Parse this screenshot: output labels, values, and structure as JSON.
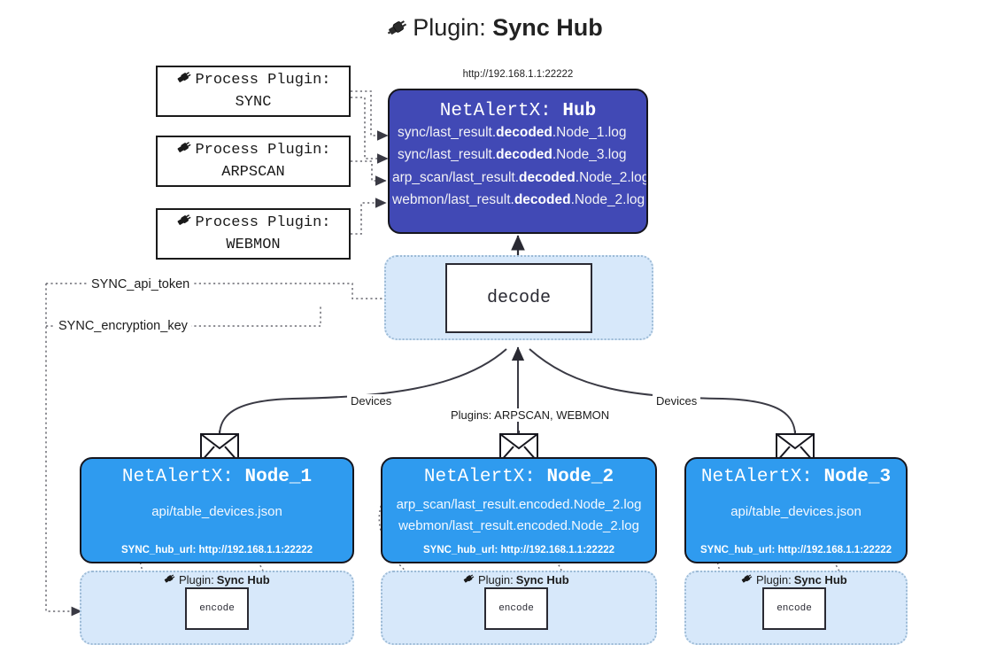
{
  "title": {
    "icon": "plug-icon",
    "prefix": "Plugin:",
    "name": "Sync Hub"
  },
  "process_plugins": [
    {
      "line1": "Process Plugin:",
      "line2": "SYNC",
      "icon": "plug-icon"
    },
    {
      "line1": "Process Plugin:",
      "line2": "ARPSCAN",
      "icon": "plug-icon"
    },
    {
      "line1": "Process Plugin:",
      "line2": "WEBMON",
      "icon": "plug-icon"
    }
  ],
  "hub": {
    "url": "http://192.168.1.1:22222",
    "title_prefix": "NetAlertX:",
    "title_name": "Hub",
    "logs": [
      {
        "pre": "sync/last_result.",
        "mid": "decoded",
        "post": ".Node_1.log"
      },
      {
        "pre": "sync/last_result.",
        "mid": "decoded",
        "post": ".Node_3.log"
      },
      {
        "pre": "arp_scan/last_result.",
        "mid": "decoded",
        "post": ".Node_2.log"
      },
      {
        "pre": "webmon/last_result.",
        "mid": "decoded",
        "post": ".Node_2.log"
      }
    ]
  },
  "decode": {
    "label": "decode",
    "zone": "decode-zone"
  },
  "settings": {
    "api_token": "SYNC_api_token",
    "encryption_key": "SYNC_encryption_key"
  },
  "edge_labels": {
    "left_devices": "Devices",
    "center_plugins": "Plugins: ARPSCAN, WEBMON",
    "right_devices": "Devices"
  },
  "nodes": [
    {
      "title_prefix": "NetAlertX:",
      "title_name": "Node_1",
      "lines": [
        "api/table_devices.json"
      ],
      "footer": "SYNC_hub_url: http://192.168.1.1:22222",
      "icon": "envelope-icon"
    },
    {
      "title_prefix": "NetAlertX:",
      "title_name": "Node_2",
      "lines": [
        "arp_scan/last_result.encoded.Node_2.log",
        "webmon/last_result.encoded.Node_2.log"
      ],
      "footer": "SYNC_hub_url: http://192.168.1.1:22222",
      "icon": "envelope-icon"
    },
    {
      "title_prefix": "NetAlertX:",
      "title_name": "Node_3",
      "lines": [
        "api/table_devices.json"
      ],
      "footer": "SYNC_hub_url: http://192.168.1.1:22222",
      "icon": "envelope-icon"
    }
  ],
  "plugin_zones": [
    {
      "icon": "plug-icon",
      "prefix": "Plugin:",
      "name": "Sync Hub",
      "action": "encode"
    },
    {
      "icon": "plug-icon",
      "prefix": "Plugin:",
      "name": "Sync Hub",
      "action": "encode"
    },
    {
      "icon": "plug-icon",
      "prefix": "Plugin:",
      "name": "Sync Hub",
      "action": "encode"
    }
  ],
  "colors": {
    "hub_fill": "#4149b5",
    "node_fill": "#2f9bef",
    "zone_fill": "#d7e8fa",
    "zone_border": "#9dbbd6",
    "stroke": "#2a2a33"
  }
}
